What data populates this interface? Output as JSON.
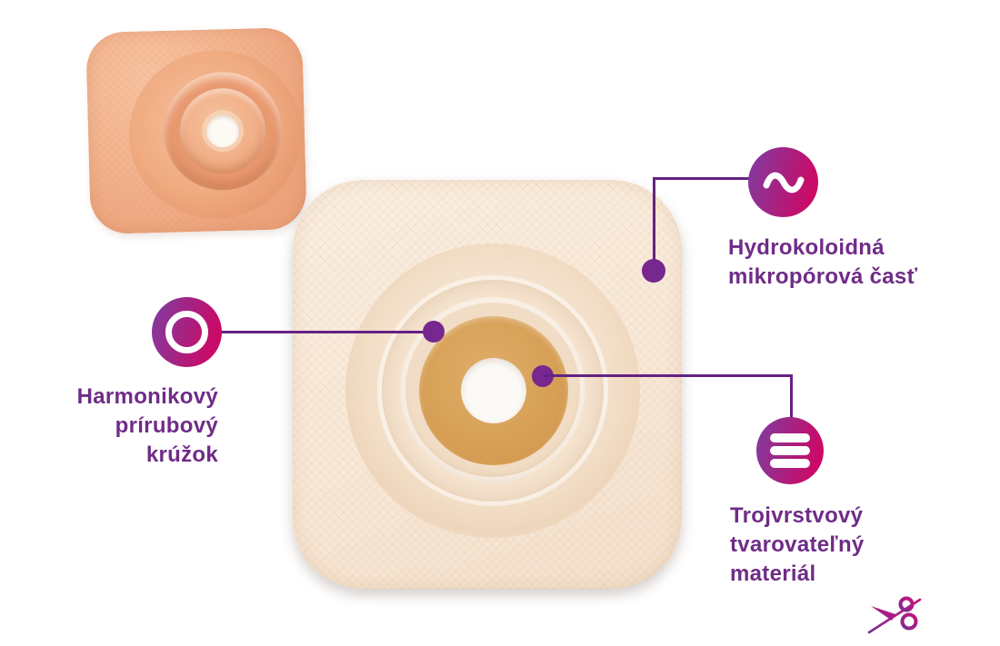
{
  "figure": {
    "description": "Annotated product diagram of a moldable ostomy skin barrier",
    "product_alt": "Skin barrier plate front view",
    "thumbnail_alt": "Skin barrier plate angled view"
  },
  "callouts": [
    {
      "id": "accordion-ring",
      "icon": "ring-icon",
      "lines": [
        "Harmonikový",
        "prírubový",
        "krúžok"
      ]
    },
    {
      "id": "hydrocolloid",
      "icon": "wave-icon",
      "lines": [
        "Hydrokoloidná",
        "mikropórová časť"
      ]
    },
    {
      "id": "moldable",
      "icon": "layers-icon",
      "lines": [
        "Trojvrstvový",
        "tvarovateľný",
        "materiál"
      ]
    }
  ],
  "icons": {
    "ring": "ring-icon",
    "wave": "sine-wave-icon",
    "layers": "three-layers-icon",
    "scissors": "scissors-icon"
  },
  "colors": {
    "label_text": "#6f2c87",
    "connector_line": "#652184",
    "connector_dot": "#76288e",
    "badge_gradient_start": "#7e3da3",
    "badge_gradient_mid": "#a8217f",
    "badge_gradient_end": "#cb0a67",
    "patch_beige": "#f8e8d7",
    "patch_disc_tan": "#d7a057",
    "thumbnail_salmon": "#f2b28c",
    "background": "#ffffff"
  }
}
